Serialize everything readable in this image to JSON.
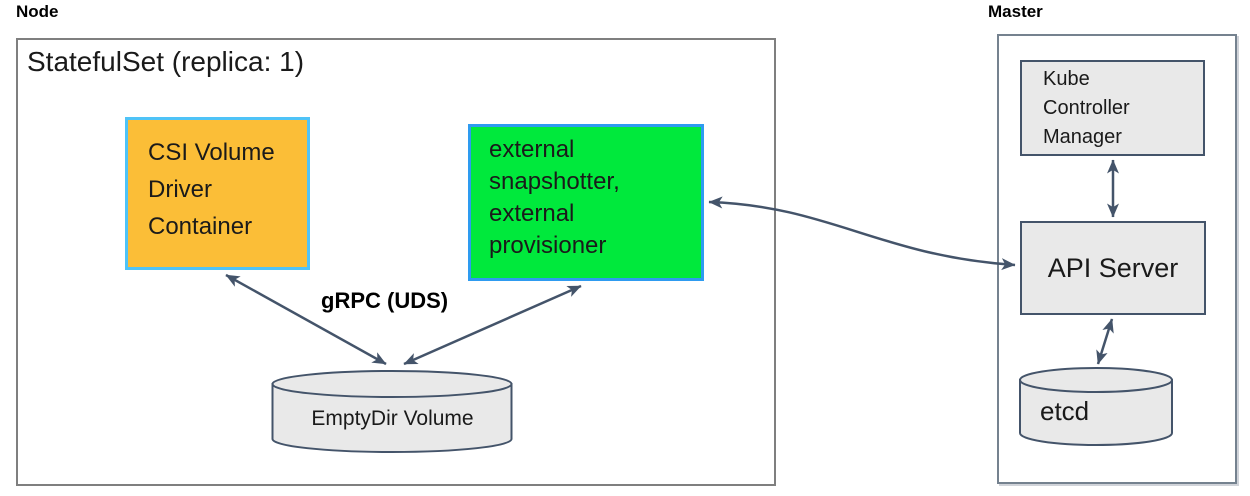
{
  "colors": {
    "arrow": "#44546A",
    "gray_fill": "#E9E9E9",
    "gray_border": "#44546A",
    "orange_fill": "#FBBE37",
    "orange_border": "#4FC3F7",
    "green_fill": "#00E93C",
    "green_border": "#2E9BF0",
    "outer_border_node": "#7F7F7F",
    "outer_border_master": "#75828F",
    "text": "#1A1A1A"
  },
  "node_section": {
    "label": "Node",
    "statefulset_label": "StatefulSet (replica: 1)",
    "csi_driver_box": "CSI Volume\nDriver\nContainer",
    "sidecars_box": "external\nsnapshotter,\nexternal\nprovisioner",
    "grpc_label": "gRPC (UDS)",
    "emptydir_label": "EmptyDir Volume"
  },
  "master_section": {
    "label": "Master",
    "kube_controller_manager": "Kube\nController\nManager",
    "api_server": "API Server",
    "etcd": "etcd"
  }
}
